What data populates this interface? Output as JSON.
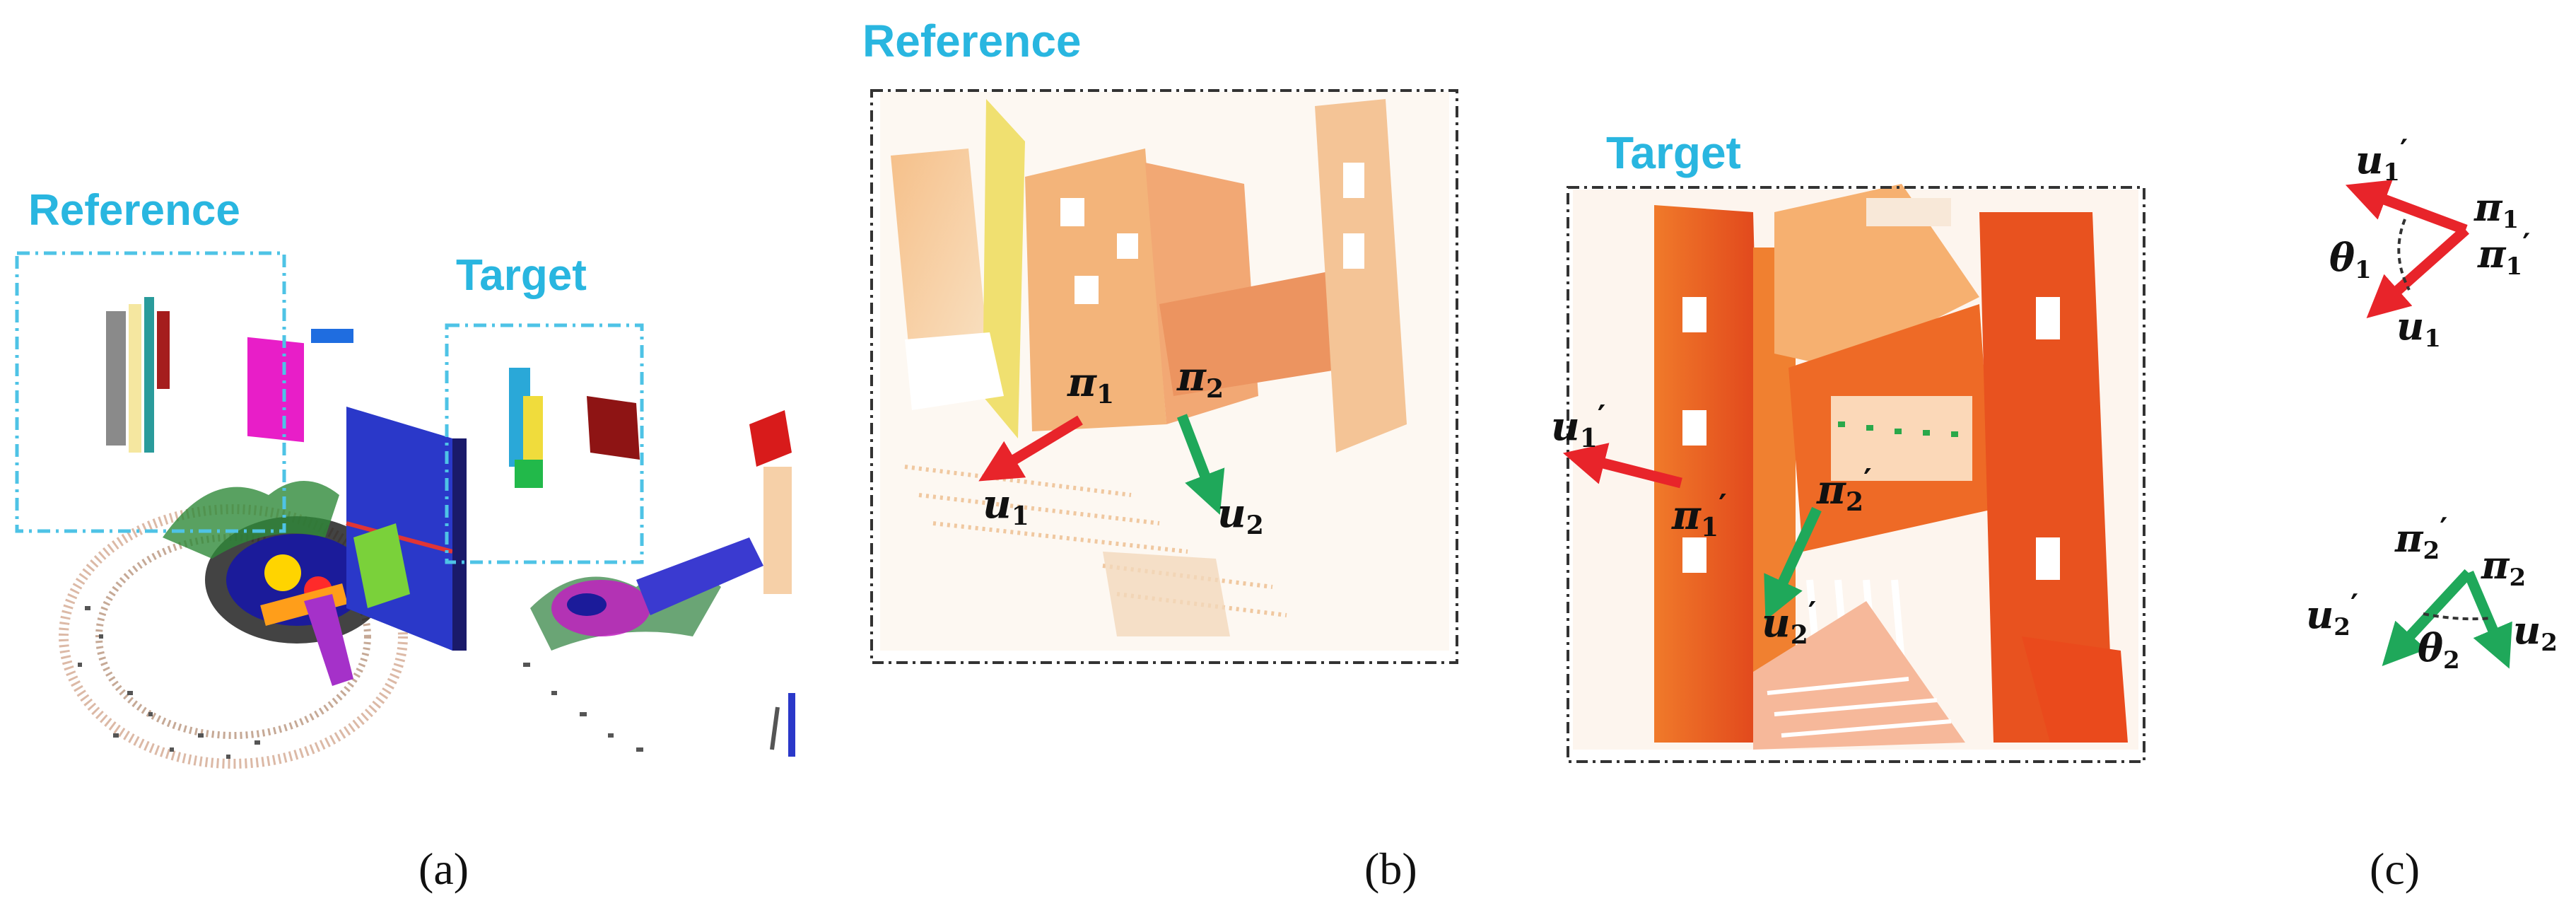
{
  "panel_a": {
    "reference_label": "Reference",
    "target_label": "Target",
    "caption": "(a)"
  },
  "panel_b": {
    "reference_label": "Reference",
    "target_label": "Target",
    "caption": "(b)",
    "ref_pi1": "π",
    "ref_pi1_sub": "1",
    "ref_pi2": "π",
    "ref_pi2_sub": "2",
    "ref_u1": "u",
    "ref_u1_sub": "1",
    "ref_u2": "u",
    "ref_u2_sub": "2",
    "tgt_u1p": "u",
    "tgt_u1p_sub": "1",
    "tgt_u1p_prime": "′",
    "tgt_pi1p": "π",
    "tgt_pi1p_sub": "1",
    "tgt_pi1p_prime": "′",
    "tgt_pi2p": "π",
    "tgt_pi2p_sub": "2",
    "tgt_pi2p_prime": "′",
    "tgt_u2p": "u",
    "tgt_u2p_sub": "2",
    "tgt_u2p_prime": "′"
  },
  "panel_c": {
    "caption": "(c)",
    "top": {
      "u1p": "u",
      "u1p_sub": "1",
      "u1p_prime": "′",
      "pi1": "π",
      "pi1_sub": "1",
      "pi1p": "π",
      "pi1p_sub": "1",
      "pi1p_prime": "′",
      "theta1": "θ",
      "theta1_sub": "1",
      "u1": "u",
      "u1_sub": "1"
    },
    "bottom": {
      "pi2p": "π",
      "pi2p_sub": "2",
      "pi2p_prime": "′",
      "pi2": "π",
      "pi2_sub": "2",
      "u2p": "u",
      "u2p_sub": "2",
      "u2p_prime": "′",
      "theta2": "θ",
      "theta2_sub": "2",
      "u2": "u",
      "u2_sub": "2"
    }
  },
  "colors": {
    "accent_label": "#29b6e0",
    "red_arrow": "#e8242a",
    "green_arrow": "#1fa85a",
    "dash_cyan": "#4ec3e6",
    "dash_dark": "#333333"
  }
}
